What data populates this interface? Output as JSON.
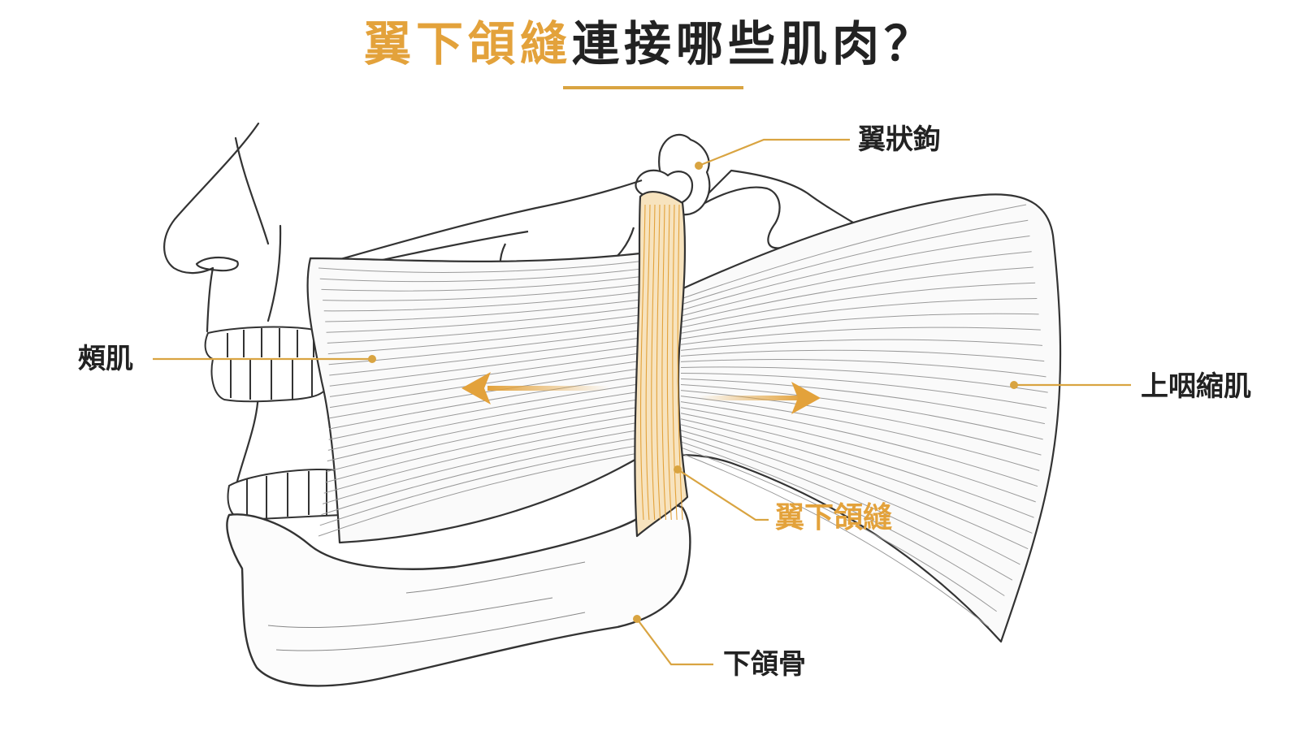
{
  "title": {
    "highlight": "翼下頜縫",
    "rest": "連接哪些肌肉？"
  },
  "labels": {
    "pterygoid_hamulus": "翼狀鉤",
    "buccinator": "頰肌",
    "superior_constrictor": "上咽縮肌",
    "raphe": "翼下頜縫",
    "mandible": "下頜骨"
  },
  "colors": {
    "accent": "#E3A23B",
    "leader": "#D9A441",
    "ink": "#333333",
    "text": "#222222"
  }
}
